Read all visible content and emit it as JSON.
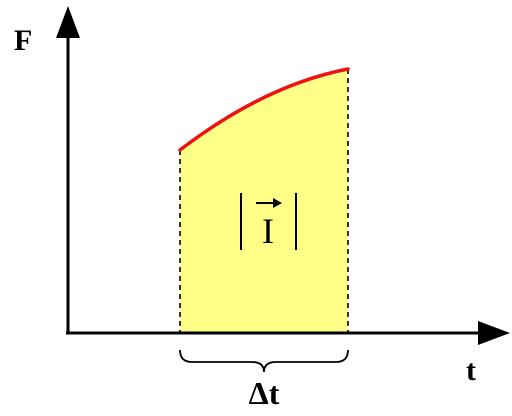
{
  "diagram": {
    "y_axis_label": "F",
    "x_axis_label": "t",
    "interval_label": "Δt",
    "impulse_symbol": "I",
    "colors": {
      "area_fill": "#ffff88",
      "curve": "#ee1111",
      "axes": "#000000",
      "dashed_bounds": "#000000",
      "brace": "#000000"
    }
  }
}
